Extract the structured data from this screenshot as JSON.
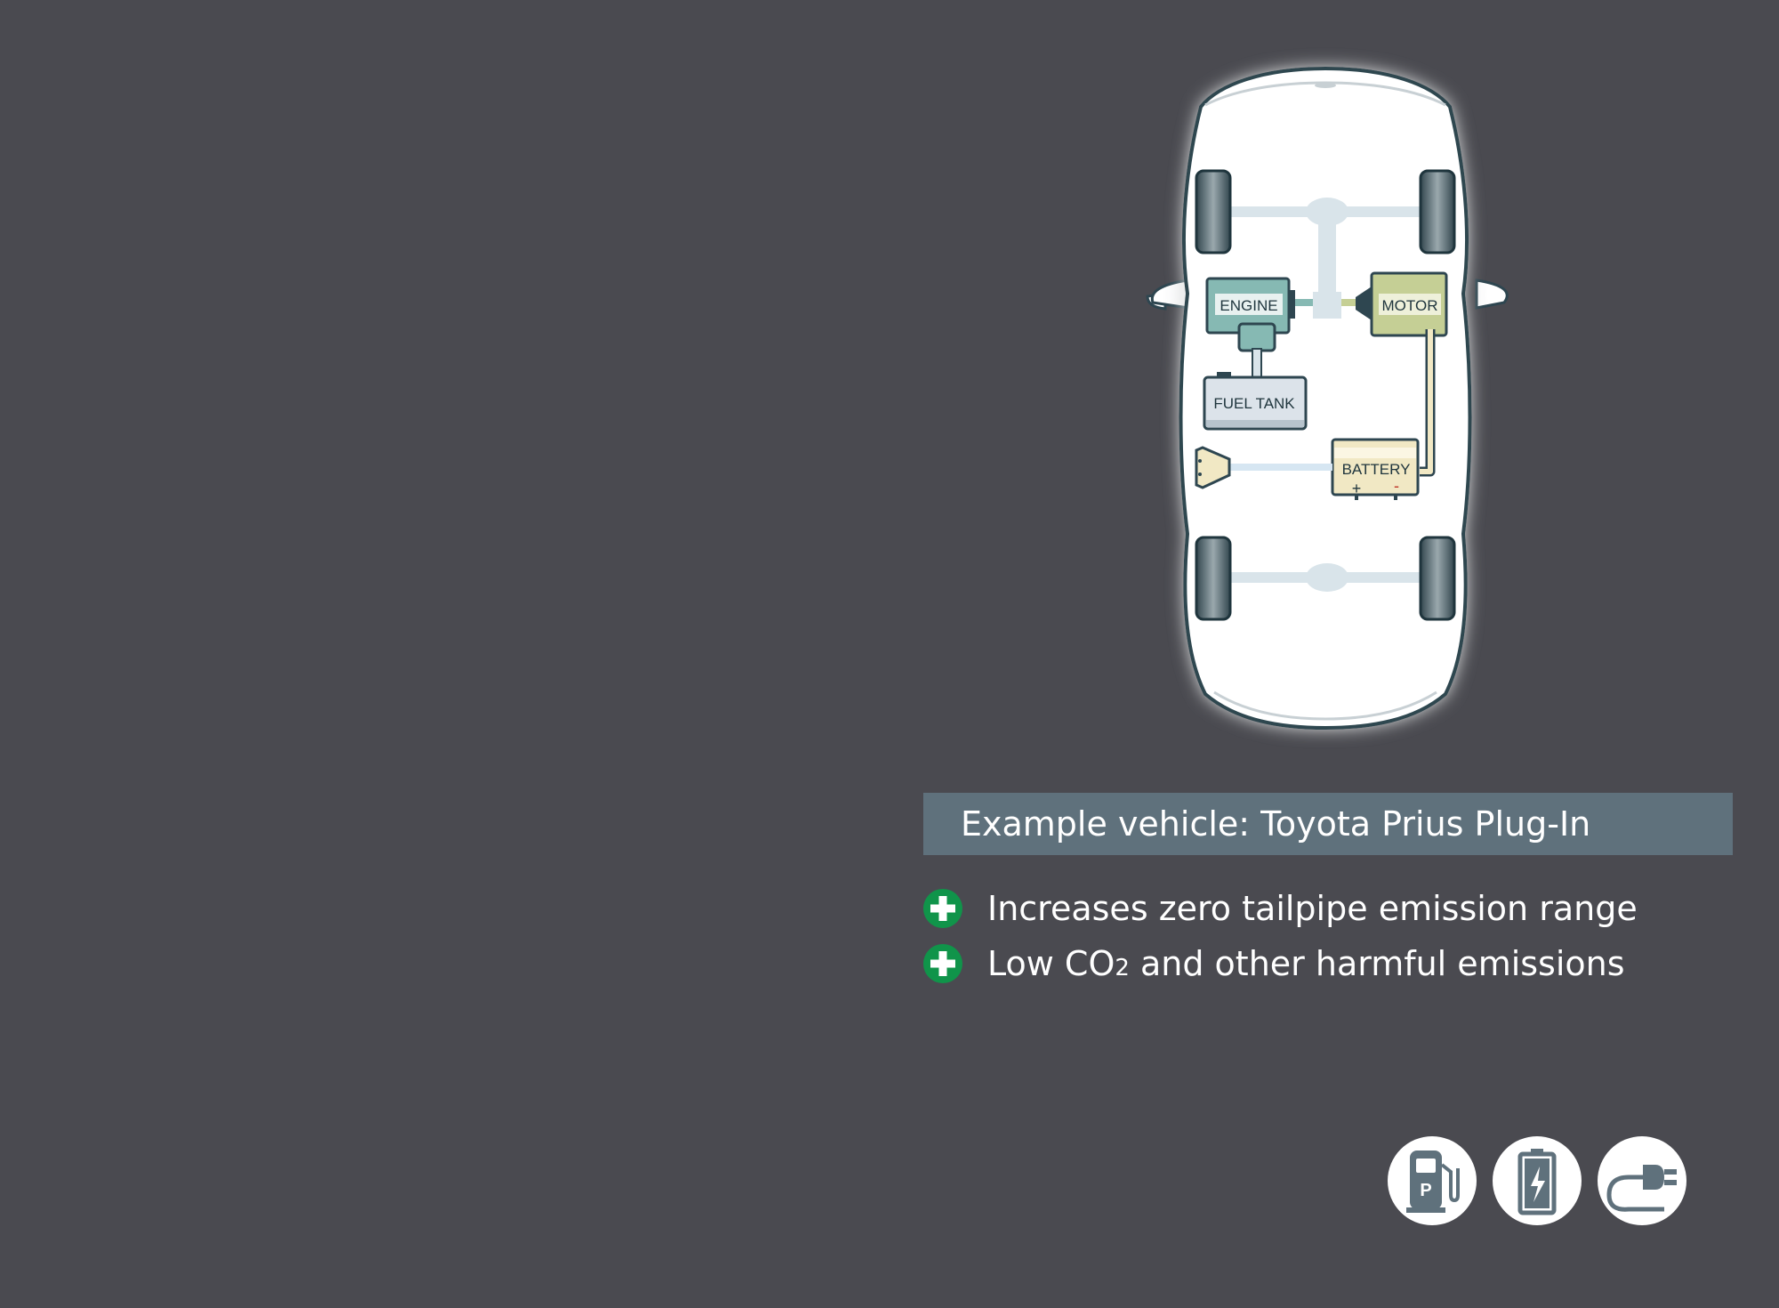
{
  "components": {
    "engine": "ENGINE",
    "motor": "MOTOR",
    "fuel_tank": "FUEL TANK",
    "battery": "BATTERY",
    "battery_plus": "+",
    "battery_minus": "-"
  },
  "caption": "Example vehicle: Toyota Prius Plug-In",
  "benefits": [
    {
      "text": "Increases zero tailpipe emission range"
    },
    {
      "text_before": "Low CO",
      "subscript": "2",
      "text_after": " and other harmful emissions"
    }
  ],
  "icons": [
    "fuel-pump-icon",
    "battery-icon",
    "plug-icon"
  ],
  "colors": {
    "background": "#4a4a50",
    "caption_bar": "#5f717c",
    "plus_badge": "#10944a",
    "engine": "#86b9b3",
    "motor": "#c5cf95",
    "fuel_tank": "#dce3ea",
    "battery": "#f1e8c4"
  }
}
